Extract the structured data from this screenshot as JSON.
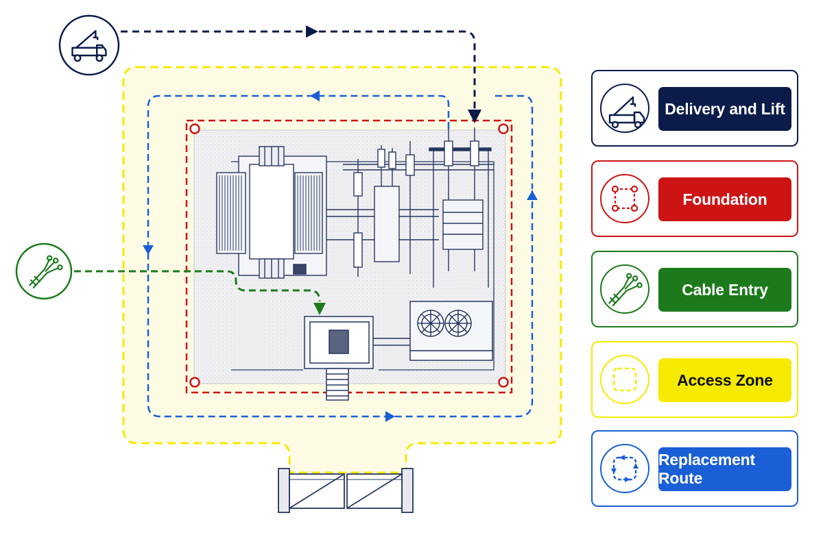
{
  "colors": {
    "navy": "#0b1b4a",
    "red": "#cc1414",
    "green": "#1c7a1c",
    "yellow": "#f5ea00",
    "blue": "#1a5fd6",
    "zone_fill": "#fdfbe4",
    "pad_fill": "#efeff1",
    "ink": "#26365e"
  },
  "legend": {
    "delivery": {
      "label": "Delivery and Lift",
      "icon": "crane-truck-icon",
      "color": "#0b1b4a",
      "text_color": "#ffffff"
    },
    "foundation": {
      "label": "Foundation",
      "icon": "foundation-corners-icon",
      "color": "#cc1414",
      "text_color": "#ffffff"
    },
    "cable": {
      "label": "Cable Entry",
      "icon": "cable-bundle-icon",
      "color": "#1c7a1c",
      "text_color": "#ffffff"
    },
    "access": {
      "label": "Access Zone",
      "icon": "dashed-square-icon",
      "color": "#f5ea00",
      "text_color": "#111111"
    },
    "replacement": {
      "label": "Replacement Route",
      "icon": "circular-arrows-icon",
      "color": "#1a5fd6",
      "text_color": "#ffffff"
    }
  }
}
